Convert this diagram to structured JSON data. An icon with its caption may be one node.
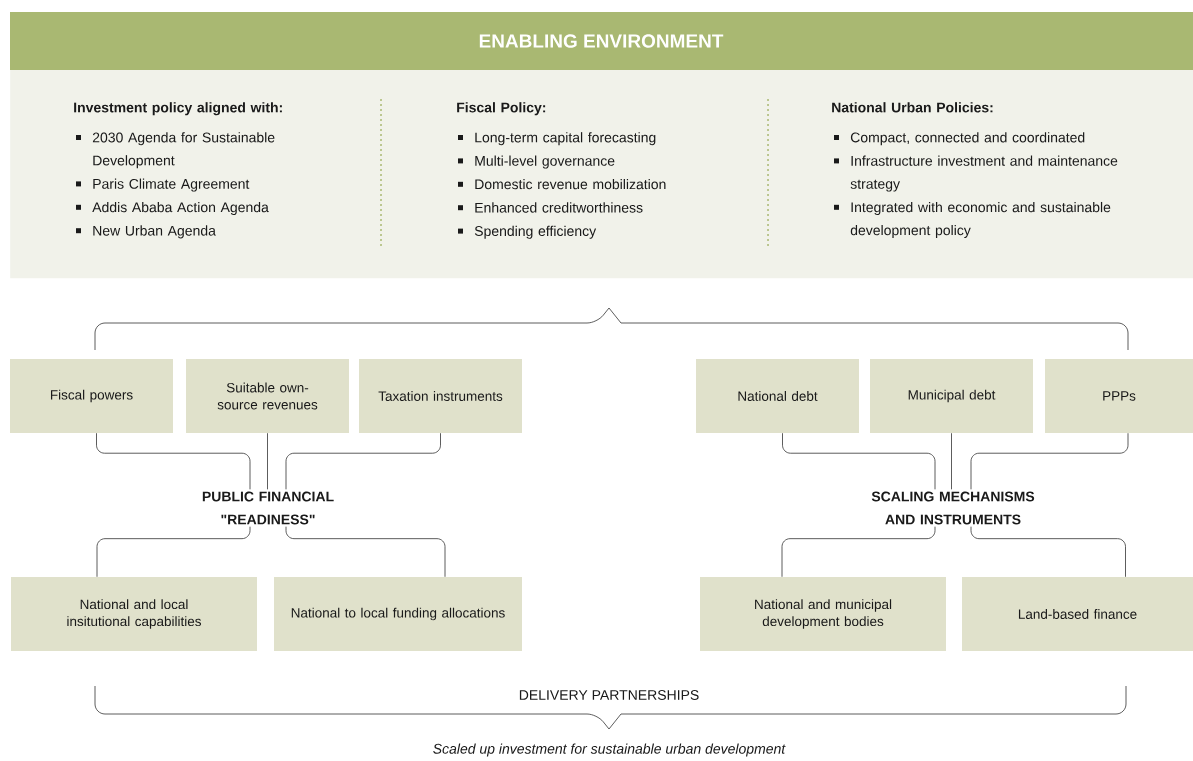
{
  "diagram": {
    "nodes": [
      {
        "text": [
          "ENABLING ENVIRONMENT"
        ]
      },
      {
        "text": [
          "Investment policy aligned with:",
          "2030 Agenda for Sustainable Development",
          "Paris Climate Agreement",
          "Addis Ababa Action Agenda",
          "New Urban Agenda"
        ],
        "in": 0
      },
      {
        "text": [
          "Fiscal Policy:",
          "Long-term capital forecasting",
          "Multi-level governance",
          "Domestic revenue mobilization",
          "Enhanced creditworthiness",
          "Spending efficiency"
        ],
        "in": 0
      },
      {
        "text": [
          "National Urban Policies:",
          "Compact, connected and coordinated",
          "Infrastructure investment and maintenance strategy",
          "Integrated with economic and sustainable development policy"
        ],
        "in": 0
      },
      {
        "text": [
          "Fiscal powers"
        ]
      },
      {
        "text": [
          "Suitable own-source revenues"
        ]
      },
      {
        "text": [
          "Taxation instruments"
        ]
      },
      {
        "text": [
          "National debt"
        ]
      },
      {
        "text": [
          "Municipal debt"
        ]
      },
      {
        "text": [
          "PPPs"
        ]
      },
      {
        "text": [
          "PUBLIC FINANCIAL \"READINESS\""
        ]
      },
      {
        "text": [
          "SCALING MECHANISMS AND INSTRUMENTS"
        ]
      },
      {
        "text": [
          "National and local insitutional capabilities"
        ]
      },
      {
        "text": [
          "National to local funding allocations"
        ]
      },
      {
        "text": [
          "National and municipal development bodies"
        ]
      },
      {
        "text": [
          "Land-based finance"
        ]
      }
    ],
    "edges": [
      {
        "from": 4,
        "to": 10,
        "arrow": "none"
      },
      {
        "from": 5,
        "to": 10,
        "arrow": "none"
      },
      {
        "from": 6,
        "to": 10,
        "arrow": "none"
      },
      {
        "from": 7,
        "to": 11,
        "arrow": "none"
      },
      {
        "from": 8,
        "to": 11,
        "arrow": "none"
      },
      {
        "from": 9,
        "to": 11,
        "arrow": "none"
      },
      {
        "from": 10,
        "to": 12,
        "arrow": "none"
      },
      {
        "from": 10,
        "to": 13,
        "arrow": "none"
      },
      {
        "from": 11,
        "to": 14,
        "arrow": "none"
      },
      {
        "from": 11,
        "to": 15,
        "arrow": "none"
      }
    ],
    "labels": [
      "DELIVERY PARTNERSHIPS"
    ],
    "caption": "Scaled up investment for sustainable urban development"
  }
}
